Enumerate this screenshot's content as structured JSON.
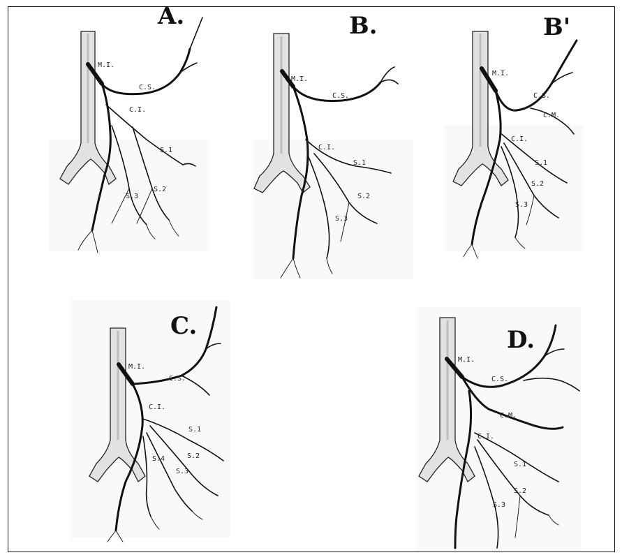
{
  "panels": {
    "A": {
      "letter": "A.",
      "labels": {
        "mi": "M.I.",
        "cs": "C.S.",
        "ci": "C.I.",
        "s1": "S.1",
        "s2": "S.2",
        "s3": "S.3"
      }
    },
    "B": {
      "letter": "B.",
      "labels": {
        "mi": "M.I.",
        "cs": "C.S.",
        "ci": "C.I.",
        "s1": "S.1",
        "s2": "S.2",
        "s3": "S.3"
      }
    },
    "Bp": {
      "letter": "B'",
      "labels": {
        "mi": "M.I.",
        "cs": "C.S.",
        "cm": "C.M.",
        "ci": "C.I.",
        "s1": "S.1",
        "s2": "S.2",
        "s3": "S.3"
      }
    },
    "C": {
      "letter": "C.",
      "labels": {
        "mi": "M.I.",
        "cs": "C.S.",
        "ci": "C.I.",
        "s1": "S.1",
        "s2": "S.2",
        "s3": "S.3",
        "s4": "S.4"
      }
    },
    "D": {
      "letter": "D.",
      "labels": {
        "mi": "M.I.",
        "cs": "C.S.",
        "cm": "C.M.",
        "ci": "C.I.",
        "s1": "S.1",
        "s2": "S.2",
        "s3": "S.3"
      }
    }
  }
}
